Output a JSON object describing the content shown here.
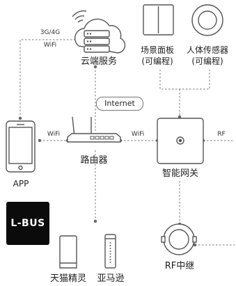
{
  "nodes": {
    "cloud": "云端服务",
    "router": "路由器",
    "app": "APP",
    "gateway": "智能网关",
    "rf_relay": "RF中继",
    "scene_panel": "场景面板",
    "scene_panel_note": "(可编程)",
    "human_sensor": "人体传感器",
    "human_sensor_note": "(可编程)",
    "tmall_genie": "天猫精灵",
    "amazon": "亚马逊"
  },
  "links": {
    "mobile_network_1": "3G/4G",
    "mobile_network_2": "WiFi",
    "app_router": "WiFi",
    "router_gateway": "WiFi",
    "gateway_rf": "RF",
    "internet": "Internet"
  },
  "logo": {
    "text": "L-BUS",
    "background": "#0b0b0b",
    "color": "#ffffff"
  },
  "colors": {
    "line": "#666666",
    "icon": "#555555"
  }
}
